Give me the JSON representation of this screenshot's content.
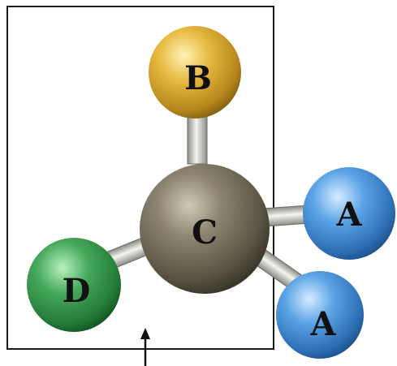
{
  "molecule": {
    "atoms": {
      "center": {
        "label": "C",
        "color": "#7d7563"
      },
      "top": {
        "label": "B",
        "color": "#e0b43c"
      },
      "left": {
        "label": "D",
        "color": "#3f9e55"
      },
      "right_upper": {
        "label": "A",
        "color": "#4a93d8"
      },
      "right_lower": {
        "label": "A",
        "color": "#4a93d8"
      }
    },
    "bond_color": "#d8d8d2",
    "frame_color": "#1a1a1a"
  }
}
